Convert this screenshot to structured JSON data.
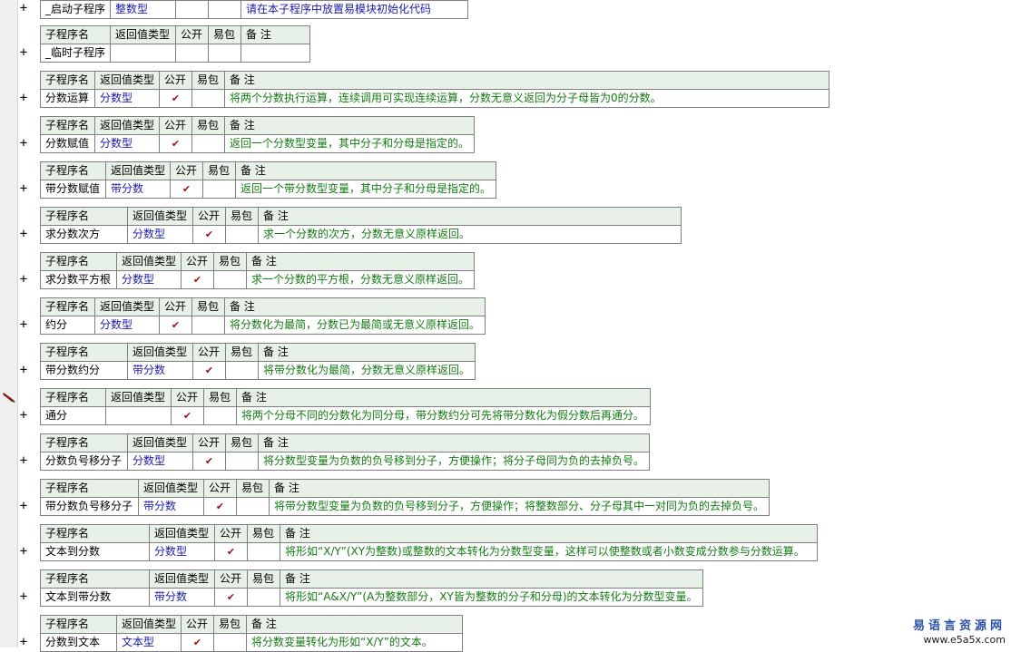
{
  "headers": {
    "name": "子程序名",
    "ret": "返回值类型",
    "pub": "公开",
    "easy": "易包",
    "remark": "备 注"
  },
  "first_row": {
    "name": "_启动子程序",
    "ret": "整数型",
    "remark": "请在本子程序中放置易模块初始化代码"
  },
  "expander_symbol": "+",
  "check_symbol": "✔",
  "accent_colors": {
    "header_bg": "#e8f1e8",
    "type_text": "#1a1aa8",
    "remark_text": "#137a13",
    "check": "#a01010"
  },
  "marker_icon": "pencil-icon",
  "subs": [
    {
      "name": "_临时子程序",
      "ret": "",
      "pub": false,
      "remark": ""
    },
    {
      "name": "分数运算",
      "ret": "分数型",
      "pub": true,
      "remark": "将两个分数执行运算，连续调用可实现连续运算，分数无意义返回为分子母皆为0的分数。"
    },
    {
      "name": "分数赋值",
      "ret": "分数型",
      "pub": true,
      "remark": "返回一个分数型变量，其中分子和分母是指定的。"
    },
    {
      "name": "带分数赋值",
      "ret": "带分数",
      "pub": true,
      "remark": "返回一个带分数型变量，其中分子和分母是指定的。"
    },
    {
      "name": "求分数次方",
      "ret": "分数型",
      "pub": true,
      "remark": "求一个分数的次方，分数无意义原样返回。"
    },
    {
      "name": "求分数平方根",
      "ret": "分数型",
      "pub": true,
      "remark": "求一个分数的平方根，分数无意义原样返回。"
    },
    {
      "name": "约分",
      "ret": "分数型",
      "pub": true,
      "remark": "将分数化为最简，分数已为最简或无意义原样返回。"
    },
    {
      "name": "带分数约分",
      "ret": "带分数",
      "pub": true,
      "remark": "将带分数化为最简，分数无意义原样返回。"
    },
    {
      "name": "通分",
      "ret": "",
      "pub": true,
      "remark": "将两个分母不同的分数化为同分母，带分数约分可先将带分数化为假分数后再通分。"
    },
    {
      "name": "分数负号移分子",
      "ret": "分数型",
      "pub": true,
      "remark": "将分数型变量为负数的负号移到分子，方便操作；将分子母同为负的去掉负号。"
    },
    {
      "name": "带分数负号移分子",
      "ret": "带分数",
      "pub": true,
      "remark": "将带分数型变量为负数的负号移到分子，方便操作；将整数部分、分子母其中一对同为负的去掉负号。"
    },
    {
      "name": "文本到分数",
      "ret": "分数型",
      "pub": true,
      "remark": "将形如“X/Y”(XY为整数)或整数的文本转化为分数型变量，这样可以使整数或者小数变成分数参与分数运算。"
    },
    {
      "name": "文本到带分数",
      "ret": "带分数",
      "pub": true,
      "remark": "将形如“A&X/Y”(A为整数部分，XY皆为整数的分子和分母)的文本转化为分数型变量。"
    },
    {
      "name": "分数到文本",
      "ret": "文本型",
      "pub": true,
      "remark": "将分数变量转化为形如“X/Y”的文本。"
    }
  ],
  "watermark": {
    "line1": "易语言资源网",
    "line2": "www.e5a5x.com"
  }
}
